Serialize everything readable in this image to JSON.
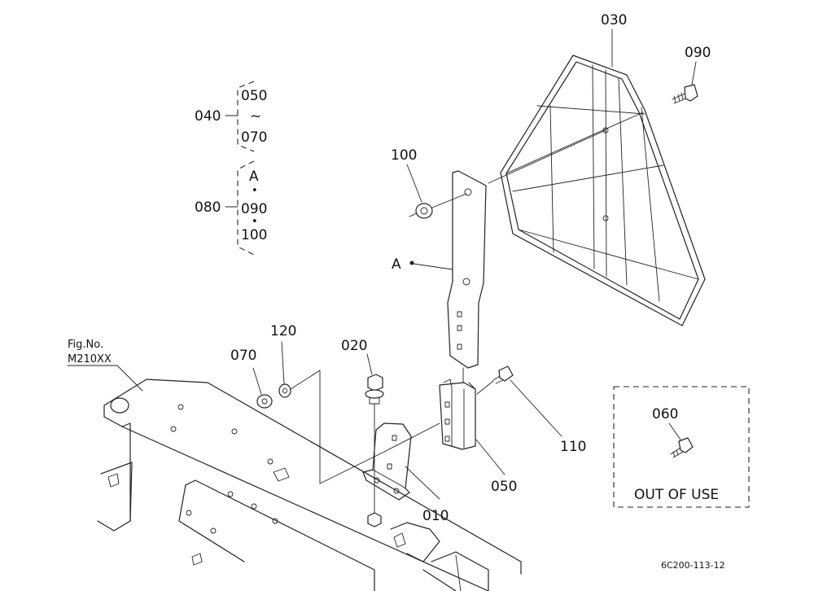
{
  "fig": {
    "caption": "Fig.No.",
    "number": "M210XX"
  },
  "callouts": {
    "p010": "010",
    "p020": "020",
    "p030": "030",
    "p040": "040",
    "p050": "050",
    "p060": "060",
    "p070": "070",
    "p080": "080",
    "p090": "090",
    "p100": "100",
    "p110": "110",
    "p120": "120"
  },
  "groups": {
    "g040": {
      "top": "050",
      "tilde": "~",
      "bottom": "070"
    },
    "g080": {
      "first": "A",
      "dot": "•",
      "second": "090",
      "third": "100"
    }
  },
  "marker_a": "A",
  "legend": {
    "out_of_use": "OUT OF USE"
  },
  "drawing_code": "6C200-113-12"
}
